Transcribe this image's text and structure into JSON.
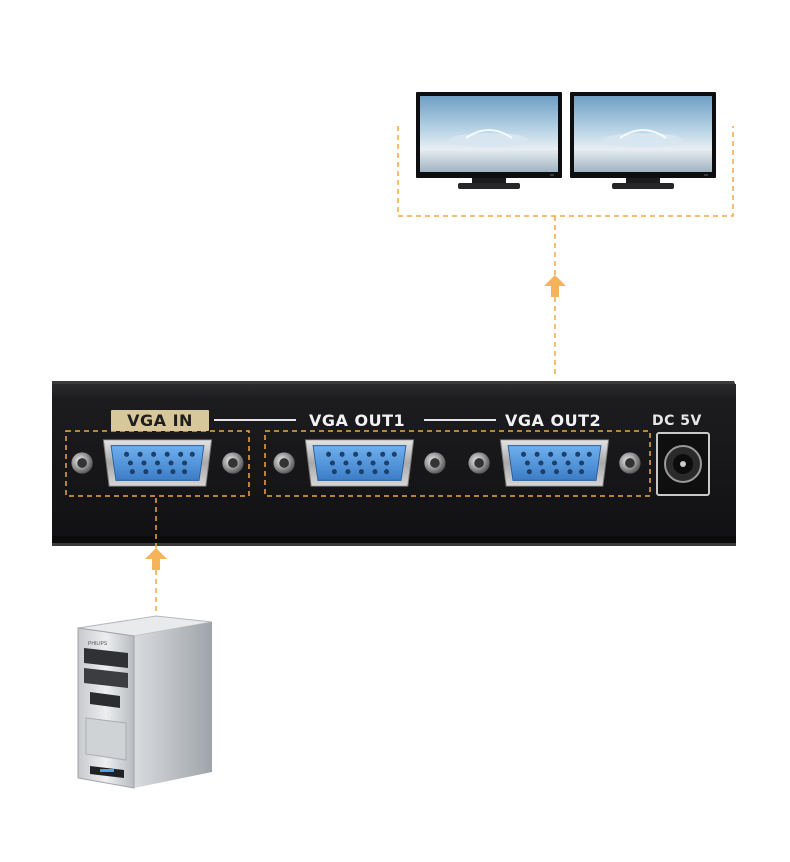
{
  "device": {
    "labels": {
      "vga_in": "VGA IN",
      "vga_out1": "VGA OUT1",
      "vga_out2": "VGA OUT2",
      "dc_power": "DC 5V"
    },
    "colors": {
      "chassis": "#1a1a1c",
      "label_plate": "#d8c79a",
      "vga_connector": "#4d8fd6",
      "metal_shell": "#c9c9c9",
      "guide_lines": "#f2a740",
      "arrows": "#f5b45a"
    }
  },
  "computer": {
    "brand_text": "PHILIPS"
  },
  "connections": [
    {
      "from": "computer",
      "to": "vga-in-port",
      "arrow": "up-arrow-icon"
    },
    {
      "from": "vga-out-ports",
      "to": "monitors",
      "arrow": "up-arrow-icon"
    }
  ],
  "monitors": {
    "count": 2
  }
}
